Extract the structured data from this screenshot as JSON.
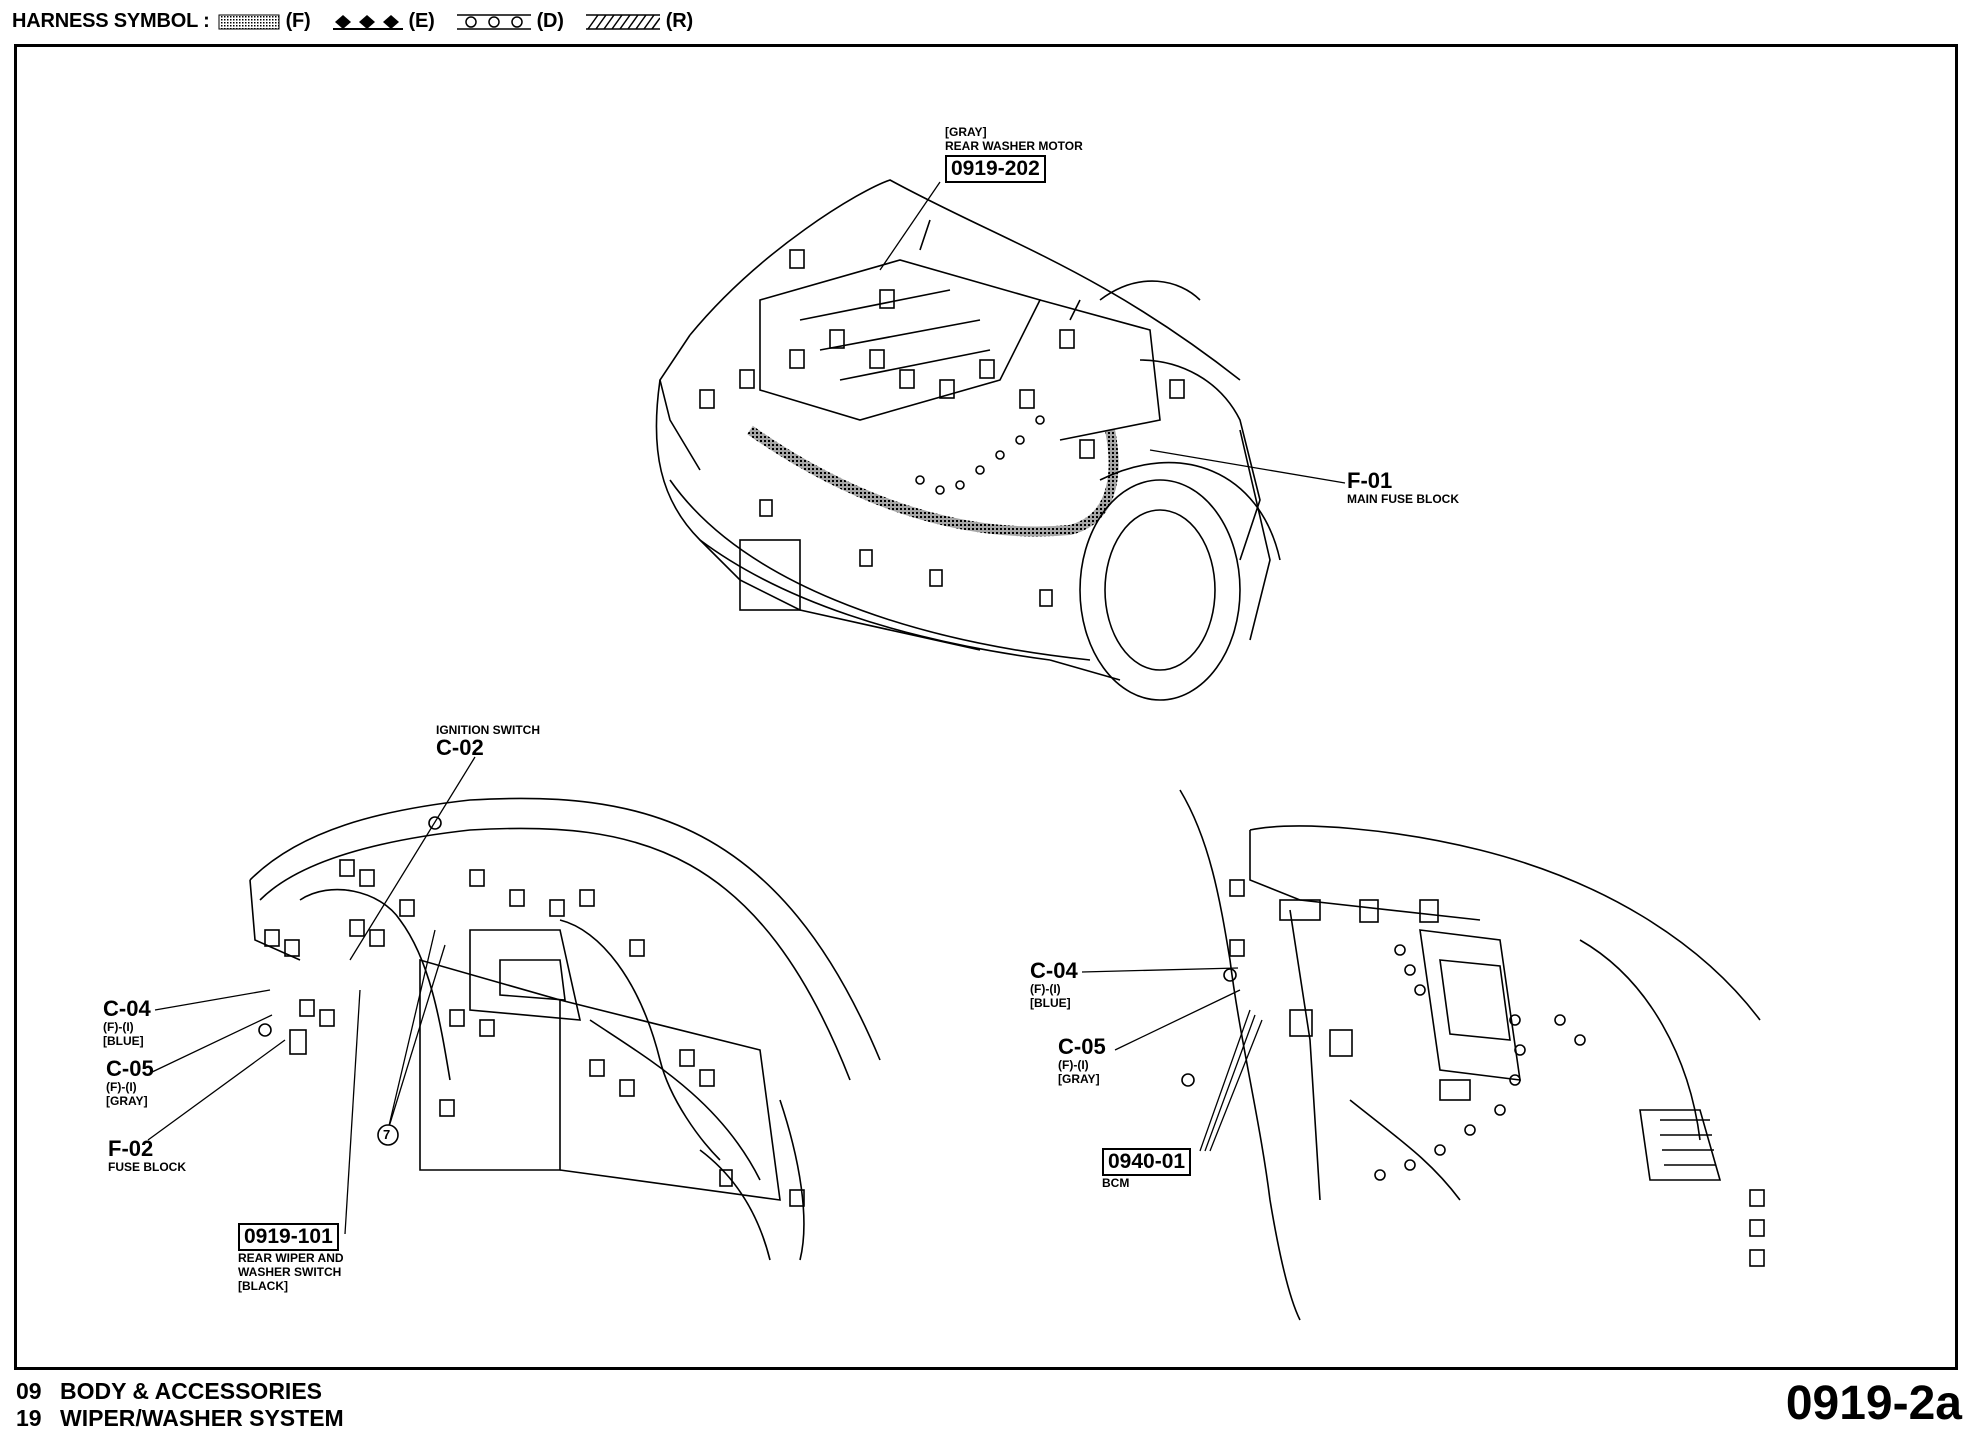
{
  "legend": {
    "title": "HARNESS SYMBOL :",
    "items": [
      {
        "symbol": "dotted-fill",
        "code": "(F)"
      },
      {
        "symbol": "diamonds",
        "code": "(E)"
      },
      {
        "symbol": "circles",
        "code": "(D)"
      },
      {
        "symbol": "hatched",
        "code": "(R)"
      }
    ]
  },
  "callouts": {
    "rear_washer_motor": {
      "color": "[GRAY]",
      "name": "REAR WASHER MOTOR",
      "code": "0919-202"
    },
    "main_fuse_block": {
      "code": "F-01",
      "name": "MAIN FUSE BLOCK"
    },
    "ignition_switch": {
      "name": "IGNITION SWITCH",
      "code": "C-02"
    },
    "left_c04": {
      "code": "C-04",
      "pin": "(F)-(I)",
      "color": "[BLUE]"
    },
    "left_c05": {
      "code": "C-05",
      "pin": "(F)-(I)",
      "color": "[GRAY]"
    },
    "fuse_block": {
      "code": "F-02",
      "name": "FUSE BLOCK"
    },
    "ground_point": {
      "code": "7"
    },
    "rear_wiper_switch": {
      "code": "0919-101",
      "line1": "REAR WIPER AND",
      "line2": "WASHER SWITCH",
      "color": "[BLACK]"
    },
    "right_c04": {
      "code": "C-04",
      "pin": "(F)-(I)",
      "color": "[BLUE]"
    },
    "right_c05": {
      "code": "C-05",
      "pin": "(F)-(I)",
      "color": "[GRAY]"
    },
    "bcm": {
      "code": "0940-01",
      "name": "BCM"
    }
  },
  "footer": {
    "section_num": "09",
    "section_name": "BODY & ACCESSORIES",
    "sub_num": "19",
    "sub_name": "WIPER/WASHER SYSTEM",
    "page_code": "0919-2a"
  }
}
